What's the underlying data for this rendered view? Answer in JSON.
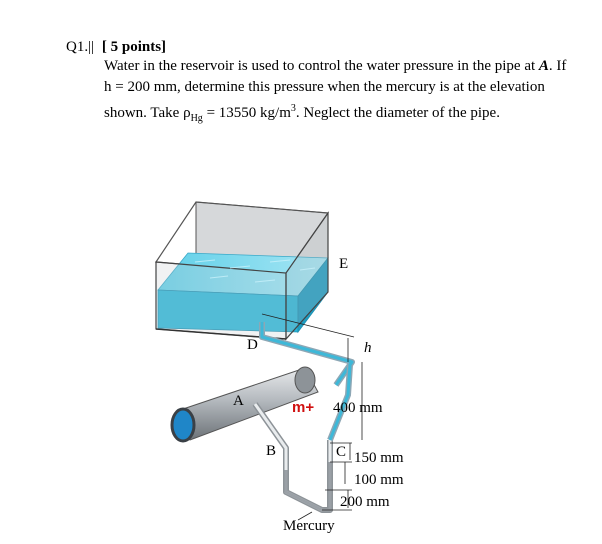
{
  "question": {
    "number": "Q1.",
    "cursor_mark": "||",
    "points": "[ 5 points]",
    "line1_a": "Water in the reservoir is used to control the water pressure in the pipe at ",
    "line1_A": "A",
    "line1_b": ". If",
    "line2": "h = 200 mm, determine this pressure when the mercury is at the elevation",
    "line3_a": "shown. Take ρ",
    "line3_sub": "Hg",
    "line3_b": " = 13550 kg/m",
    "line3_sup": "3",
    "line3_c": ". Neglect the diameter of the pipe."
  },
  "figure": {
    "label_E": "E",
    "label_D": "D",
    "label_h": "h",
    "label_A": "A",
    "label_B": "B",
    "label_C": "C",
    "dim_400": "400 mm",
    "dim_150": "150 mm",
    "dim_100": "100 mm",
    "dim_200": "200 mm",
    "mercury": "Mercury",
    "annotation": "m+",
    "colors": {
      "water": "#2bb7d9",
      "water_light": "#7fd8ee",
      "pipe": "#9aa0a6",
      "pipe_end": "#1f86c8",
      "annotation": "#d01010"
    }
  }
}
